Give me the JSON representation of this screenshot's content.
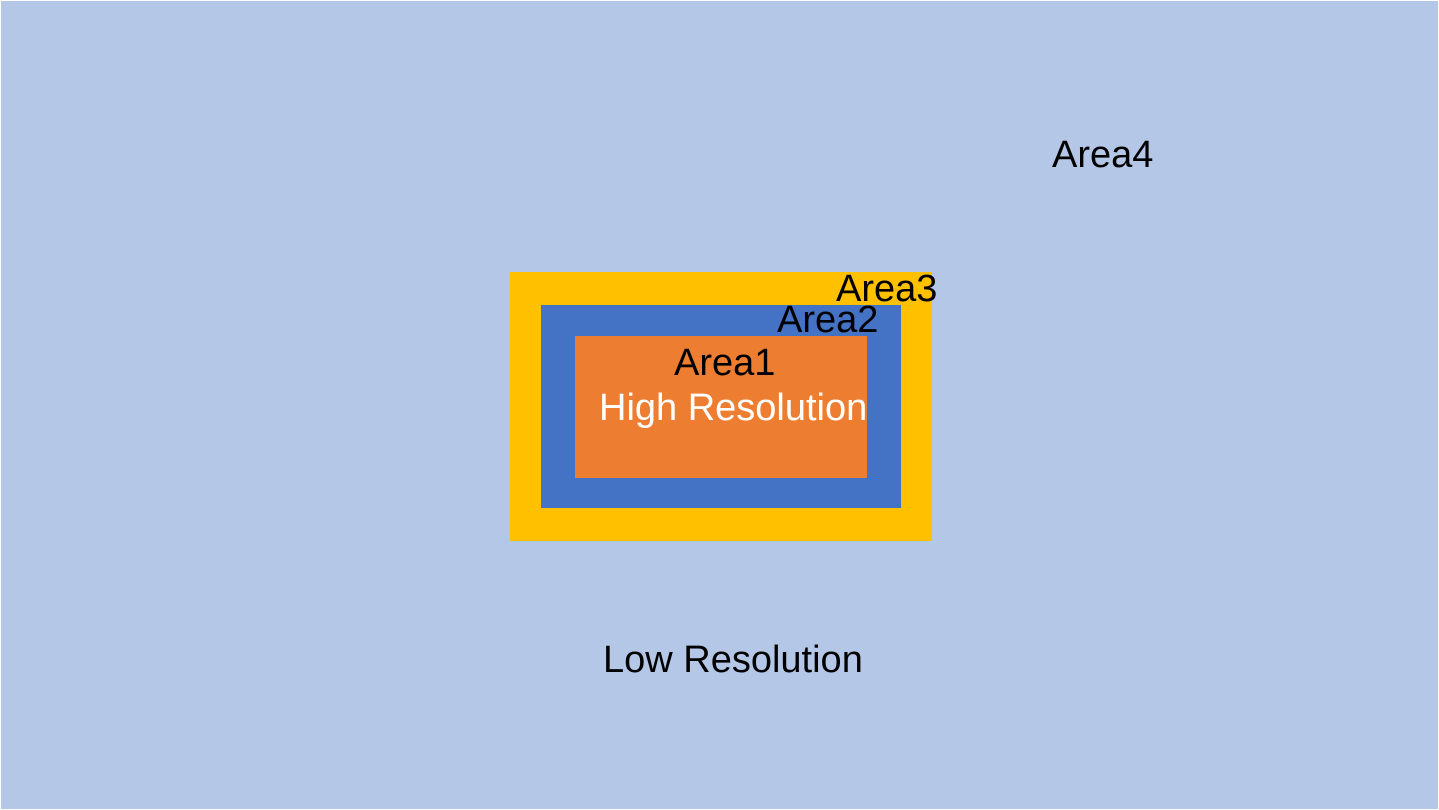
{
  "colors": {
    "background": "#b4c7e7",
    "area3": "#ffc000",
    "area2": "#4472c4",
    "area1": "#ed7d31",
    "label_dark": "#000000",
    "label_light": "#ffffff"
  },
  "areas": {
    "area4": {
      "label": "Area4"
    },
    "area3": {
      "label": "Area3"
    },
    "area2": {
      "label": "Area2"
    },
    "area1": {
      "label": "Area1"
    }
  },
  "resolution": {
    "high": "High Resolution",
    "low": "Low Resolution"
  }
}
